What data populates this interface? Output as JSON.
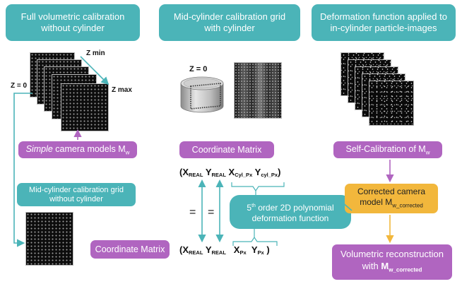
{
  "headers": {
    "col1": "Full volumetric calibration\nwithout cylinder",
    "col2": "Mid-cylinder calibration grid\nwith cylinder",
    "col3": "Deformation function applied to\nin-cylinder particle-images"
  },
  "labels": {
    "z_min": "Z min",
    "z_max": "Z max",
    "z_zero_left": "Z = 0",
    "z_zero_mid": "Z = 0"
  },
  "boxes": {
    "simple_models_em": "Simple",
    "simple_models_rest": " camera models M",
    "simple_models_sub": "w",
    "coordinate_matrix_mid": "Coordinate Matrix",
    "self_calibration": "Self-Calibration of M",
    "self_calibration_sub": "w",
    "mid_cyl_grid": "Mid-cylinder calibration grid\nwithout cylinder",
    "coordinate_matrix_bottom": "Coordinate Matrix",
    "poly_line1_a": "5",
    "poly_line1_sup": "th",
    "poly_line1_b": " order 2D polynomial",
    "poly_line2": "deformation function",
    "corrected_line1": "Corrected camera",
    "corrected_line2": "model M",
    "corrected_sub": "w_corrected",
    "volumetric_line1": "Volumetric reconstruction",
    "volumetric_line2": "with ",
    "volumetric_bold": "M",
    "volumetric_sub": "w_corrected"
  },
  "equations": {
    "top": {
      "open": "(",
      "x_real": "X",
      "x_real_sub": "REAL",
      "y_real": "Y",
      "y_real_sub": "REAL",
      "x_cyl": "X",
      "x_cyl_sub": "Cyl_Px",
      "y_cyl": "Y",
      "y_cyl_sub": "cyl_Px",
      "close": ")"
    },
    "bottom": {
      "open": "(",
      "x_real": "X",
      "x_real_sub": "REAL",
      "y_real": "Y",
      "y_real_sub": "REAL",
      "x_px": "X",
      "x_px_sub": "Px",
      "y_px": "Y",
      "y_px_sub": "Px",
      "close": ")"
    },
    "equals_1": "=",
    "equals_2": "="
  },
  "colors": {
    "teal": "#4bb4b8",
    "purple": "#b065c0",
    "orange": "#f2b73c",
    "arrow_teal": "#4bb4b8",
    "arrow_purple": "#b065c0",
    "arrow_orange": "#f2b73c"
  }
}
